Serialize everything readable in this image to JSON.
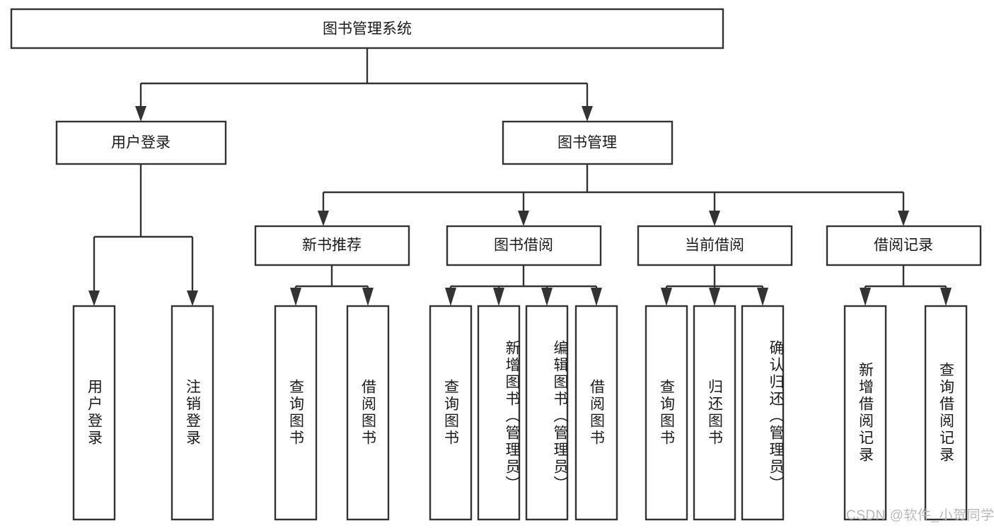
{
  "diagram": {
    "title": "图书管理系统",
    "type": "hierarchy-tree",
    "root": {
      "id": "root",
      "label": "图书管理系统"
    },
    "level2": [
      {
        "id": "user-login",
        "label": "用户登录"
      },
      {
        "id": "book-manage",
        "label": "图书管理"
      }
    ],
    "level3": [
      {
        "id": "new-book-recommend",
        "label": "新书推荐"
      },
      {
        "id": "book-borrow",
        "label": "图书借阅"
      },
      {
        "id": "current-borrow",
        "label": "当前借阅"
      },
      {
        "id": "borrow-record",
        "label": "借阅记录"
      }
    ],
    "leaves": {
      "user_login": [
        {
          "id": "leaf-user-login",
          "label": "用户登录"
        },
        {
          "id": "leaf-logout-login",
          "label": "注销登录"
        }
      ],
      "new_book_recommend": [
        {
          "id": "leaf-query-book-1",
          "label": "查询图书"
        },
        {
          "id": "leaf-borrow-book-1",
          "label": "借阅图书"
        }
      ],
      "book_borrow": [
        {
          "id": "leaf-query-book-2",
          "label": "查询图书"
        },
        {
          "id": "leaf-add-book",
          "label": "新增图书（管理员）"
        },
        {
          "id": "leaf-edit-book",
          "label": "编辑图书（管理员）"
        },
        {
          "id": "leaf-borrow-book-2",
          "label": "借阅图书"
        }
      ],
      "current_borrow": [
        {
          "id": "leaf-query-book-3",
          "label": "查询图书"
        },
        {
          "id": "leaf-return-book",
          "label": "归还图书"
        },
        {
          "id": "leaf-confirm-return",
          "label": "确认归还（管理员）"
        }
      ],
      "borrow_record": [
        {
          "id": "leaf-add-record",
          "label": "新增借阅记录"
        },
        {
          "id": "leaf-query-record",
          "label": "查询借阅记录"
        }
      ]
    }
  },
  "watermark": {
    "text": "CSDN @软件_小贺同学"
  },
  "colors": {
    "stroke": "#333333",
    "box_fill": "#ffffff",
    "text": "#1a1a1a",
    "background": "#ffffff",
    "watermark": "#b8b8b8"
  }
}
